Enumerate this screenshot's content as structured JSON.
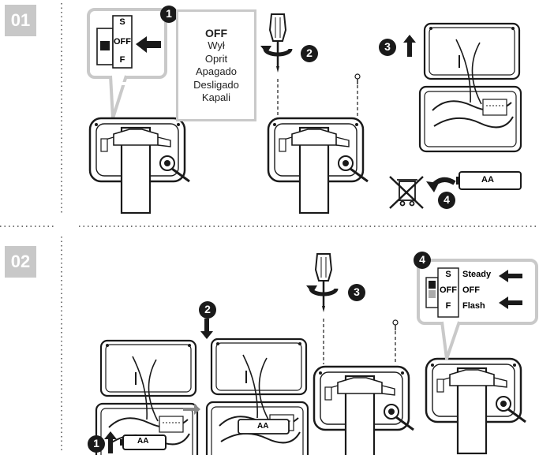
{
  "sections": [
    {
      "label": "01"
    },
    {
      "label": "02"
    }
  ],
  "section1": {
    "callout_switch": [
      "S",
      "OFF",
      "F"
    ],
    "languages": [
      "OFF",
      "Wył",
      "Oprit",
      "Apagado",
      "Desligado",
      "Kapali"
    ],
    "steps": [
      "1",
      "2",
      "3",
      "4"
    ],
    "battery_label": "AA"
  },
  "section2": {
    "steps": [
      "1",
      "2",
      "3",
      "4"
    ],
    "battery_label": "AA",
    "callout_switch": [
      "S",
      "OFF",
      "F"
    ],
    "callout_modes": [
      "Steady",
      "OFF",
      "Flash"
    ]
  },
  "colors": {
    "step_box": "#c8c8c8",
    "callout_border": "#c9c9c9",
    "ink": "#1a1a1a"
  }
}
